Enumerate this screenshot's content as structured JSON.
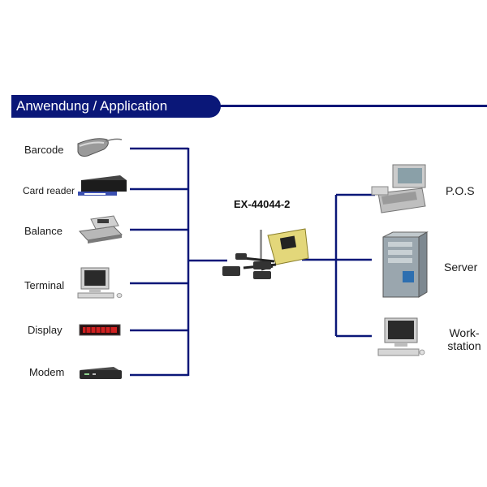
{
  "header": {
    "title": "Anwendung / Application"
  },
  "card": {
    "name": "EX-44044-2"
  },
  "left_devices": [
    {
      "label": "Barcode",
      "icon": "barcode-scanner-icon"
    },
    {
      "label": "Card reader",
      "icon": "card-reader-icon"
    },
    {
      "label": "Balance",
      "icon": "scale-icon"
    },
    {
      "label": "Terminal",
      "icon": "terminal-monitor-icon"
    },
    {
      "label": "Display",
      "icon": "led-display-icon"
    },
    {
      "label": "Modem",
      "icon": "modem-icon"
    }
  ],
  "right_devices": [
    {
      "label": "P.O.S",
      "icon": "pos-terminal-icon"
    },
    {
      "label": "Server",
      "icon": "server-tower-icon"
    },
    {
      "label_line1": "Work-",
      "label_line2": "station",
      "icon": "workstation-icon"
    }
  ],
  "colors": {
    "accent": "#0a1778",
    "line": "#0a1778"
  }
}
